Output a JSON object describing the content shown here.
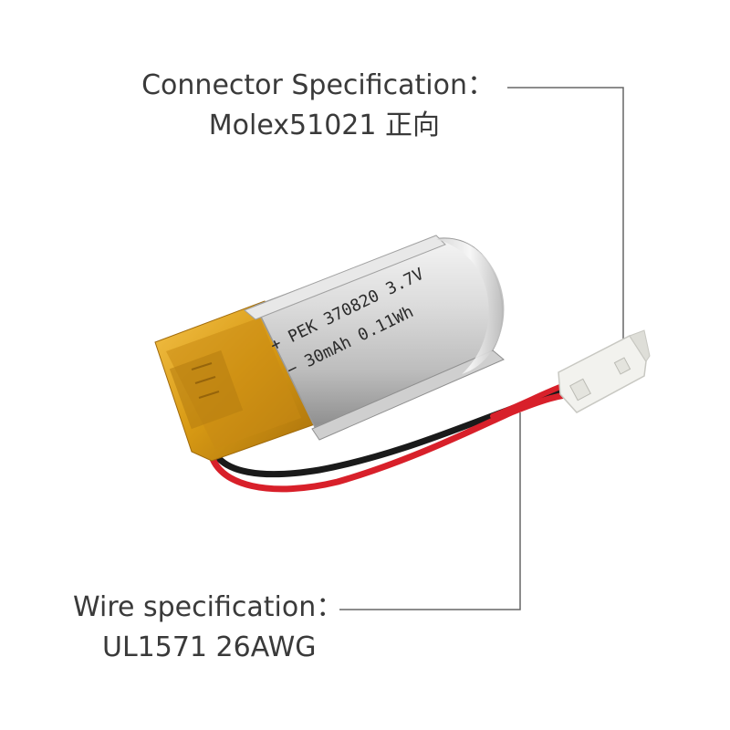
{
  "connector": {
    "title": "Connector Specification：",
    "value": "Molex51021 正向"
  },
  "wire": {
    "title": "Wire specification：",
    "value": "UL1571 26AWG"
  },
  "battery": {
    "line1": "+  PEK 370820 3.7V",
    "line2": "−  30mAh 0.11Wh"
  },
  "colors": {
    "leader_line": "#666666",
    "wire_red": "#d8202a",
    "wire_black": "#1a1a1a",
    "tape_yellow": "#e2a51c"
  }
}
